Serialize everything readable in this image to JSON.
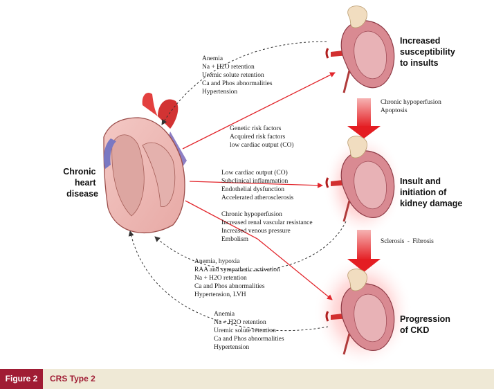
{
  "nodes": {
    "heart": {
      "label": [
        "Chronic",
        "heart",
        "disease"
      ]
    },
    "kidney_top": {
      "label": [
        "Increased",
        "susceptibility",
        "to insults"
      ]
    },
    "kidney_mid": {
      "label": [
        "Insult and",
        "initiation of",
        "kidney damage"
      ]
    },
    "kidney_bottom": {
      "label": [
        "Progression",
        "of CKD"
      ]
    }
  },
  "labels": {
    "kidney_to_heart_top": [
      "Anemia",
      "Na + H2O retention",
      "Uremic solute retention",
      "Ca and Phos abnormalities",
      "Hypertension"
    ],
    "heart_to_kidney_top": [
      "Genetic risk factors",
      "Acquired risk factors",
      "low cardiac output (CO)"
    ],
    "heart_to_kidney_mid": [
      "Low cardiac output (CO)",
      "Subclinical inflammation",
      "Endothelial dysfunction",
      "Accelerated atherosclerosis"
    ],
    "heart_to_kidney_bottom": [
      "Chronic hypoperfusion",
      "Increased renal vascular resistance",
      "Increased venous pressure",
      "Embolism"
    ],
    "kidney_mid_to_heart": [
      "Anemia, hypoxia",
      "RAA and sympathetic activation",
      "Na + H2O retention",
      "Ca and Phos abnormalities",
      "Hypertension, LVH"
    ],
    "kidney_bottom_to_heart": [
      "Anemia",
      "Na + H2O retention",
      "Uremic solute retention",
      "Ca and Phos abnormalities",
      "Hypertension"
    ],
    "top_to_mid": [
      "Chronic hypoperfusion",
      "Apoptosis"
    ],
    "mid_to_bottom": [
      "Sclerosis",
      "Fibrosis"
    ]
  },
  "caption": {
    "figure": "Figure 2",
    "title": "CRS Type 2"
  },
  "colors": {
    "red_arrow": "#e2262c",
    "dashed": "#333333",
    "caption_red": "#a01c34",
    "caption_bg": "#efe9d6"
  }
}
